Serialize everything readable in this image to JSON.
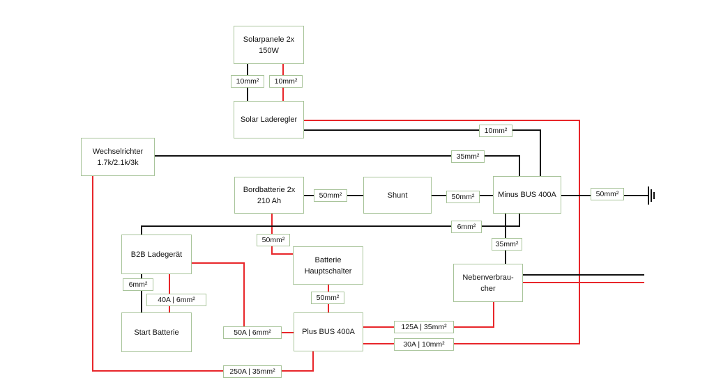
{
  "colors": {
    "positive": "#e8262a",
    "negative": "#111111",
    "box_border": "#a8c49a"
  },
  "components": {
    "solar_panels": [
      "Solarpanele 2x",
      "150W"
    ],
    "solar_controller": "Solar Laderegler",
    "inverter": [
      "Wechselrichter",
      "1.7k/2.1k/3k"
    ],
    "house_battery": [
      "Bordbatterie 2x",
      "210 Ah"
    ],
    "shunt": "Shunt",
    "minus_bus": "Minus BUS 400A",
    "b2b_charger": "B2B Ladegerät",
    "main_switch": [
      "Batterie",
      "Hauptschalter"
    ],
    "aux_loads": [
      "Nebenverbrau-",
      "cher"
    ],
    "start_battery": "Start Batterie",
    "plus_bus": "Plus BUS 400A"
  },
  "cables": {
    "solar_neg": "10mm²",
    "solar_pos": "10mm²",
    "controller_to_minus": "10mm²",
    "inverter_to_minus": "35mm²",
    "battery_to_shunt": "50mm²",
    "shunt_to_minus": "50mm²",
    "minus_to_ground": "50mm²",
    "b2b_to_minus": "6mm²",
    "battery_to_switch": "50mm²",
    "minus_to_aux": "35mm²",
    "b2b_to_start_neg": "6mm²",
    "b2b_to_start_pos": "40A | 6mm²",
    "switch_to_plus": "50mm²",
    "b2b_to_plus": "50A | 6mm²",
    "plus_to_aux": "125A | 35mm²",
    "plus_to_controller": "30A | 10mm²",
    "plus_to_inverter": "250A | 35mm²"
  }
}
